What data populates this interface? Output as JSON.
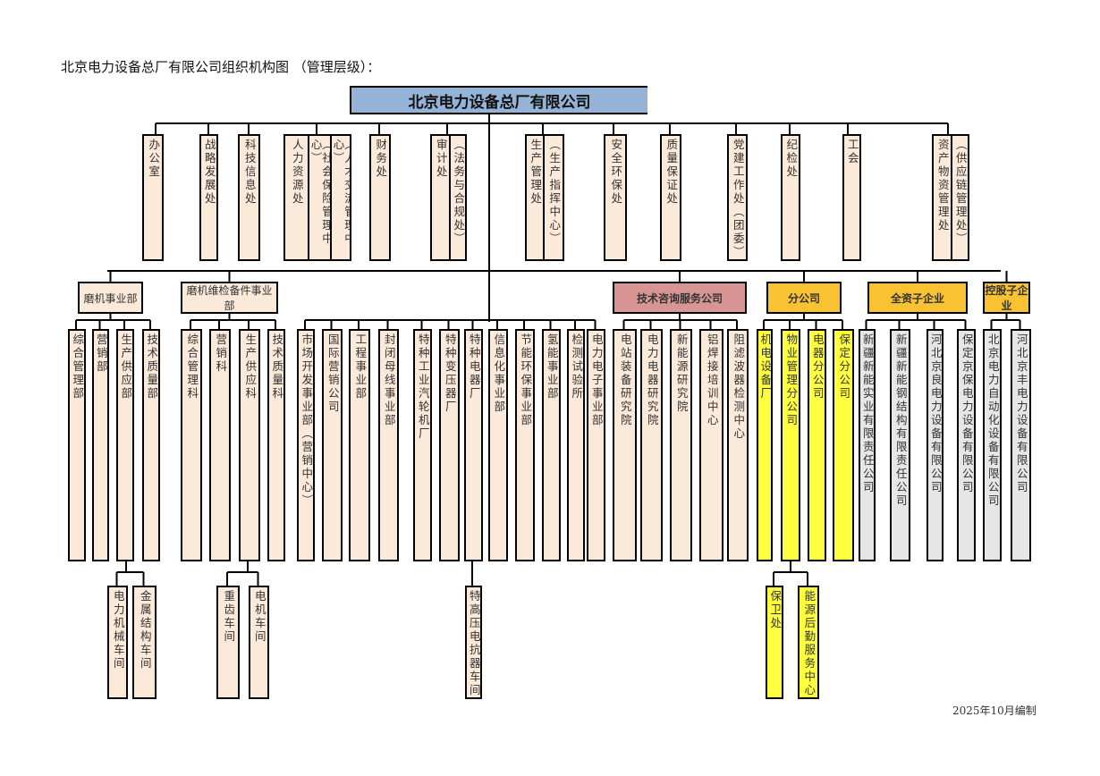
{
  "title": "北京电力设备总厂有限公司组织机构图 （管理层级）：",
  "root": "北京电力设备总厂有限公司",
  "footer": "2025年10月编制",
  "top_row": [
    "办公室",
    "战略发展处",
    "科技信息处",
    "人力资源处",
    "（社会保险管理中心）",
    "（人才交流管理中心）",
    "财务处",
    "审计处",
    "（法务与合规处）",
    "生产管理处",
    "（生产指挥中心）",
    "安全环保处",
    "质量保证处",
    "党建工作处（团委）",
    "纪检处",
    "工会",
    "资产物资管理处",
    "（供应链管理处）"
  ],
  "divisions": [
    "磨机事业部",
    "磨机维检备件事业部",
    "技术咨询服务公司",
    "分公司",
    "全资子企业",
    "控股子企业"
  ],
  "units": [
    "综合管理部",
    "营销部",
    "生产供应部",
    "技术质量部",
    "综合管理科",
    "营销科",
    "生产供应科",
    "技术质量科",
    "市场开发事业部（营销中心）",
    "国际营销公司",
    "工程事业部",
    "封闭母线事业部",
    "特种工业汽轮机厂",
    "特种变压器厂",
    "特种电器厂",
    "信息化事业部",
    "节能环保事业部",
    "氢能事业部",
    "检测试验所",
    "电力电子事业部",
    "电站装备研究院",
    "电力电器研究院",
    "新能源研究院",
    "铝焊接培训中心",
    "阻滤波器检测中心",
    "机电设备厂",
    "物业管理分公司",
    "电器分公司",
    "保定分公司",
    "新疆新能实业有限责任公司",
    "新疆新能钢结构有限责任公司",
    "河北京良电力设备有限公司",
    "保定京保电力设备有限公司",
    "北京电力自动化设备有限公司",
    "河北京丰电力设备有限公司"
  ],
  "workshops": [
    "电力机械车间",
    "金属结构车间",
    "重齿车间",
    "电机车间",
    "特高压电抗器车间",
    "保卫处",
    "能源后勤服务中心"
  ],
  "colors": {
    "box": "#fbe9da",
    "root": "#95b3d7",
    "pink": "#d99594",
    "orange": "#f9c232",
    "yellow": "#ffff40",
    "gray": "#e6e6e6"
  }
}
